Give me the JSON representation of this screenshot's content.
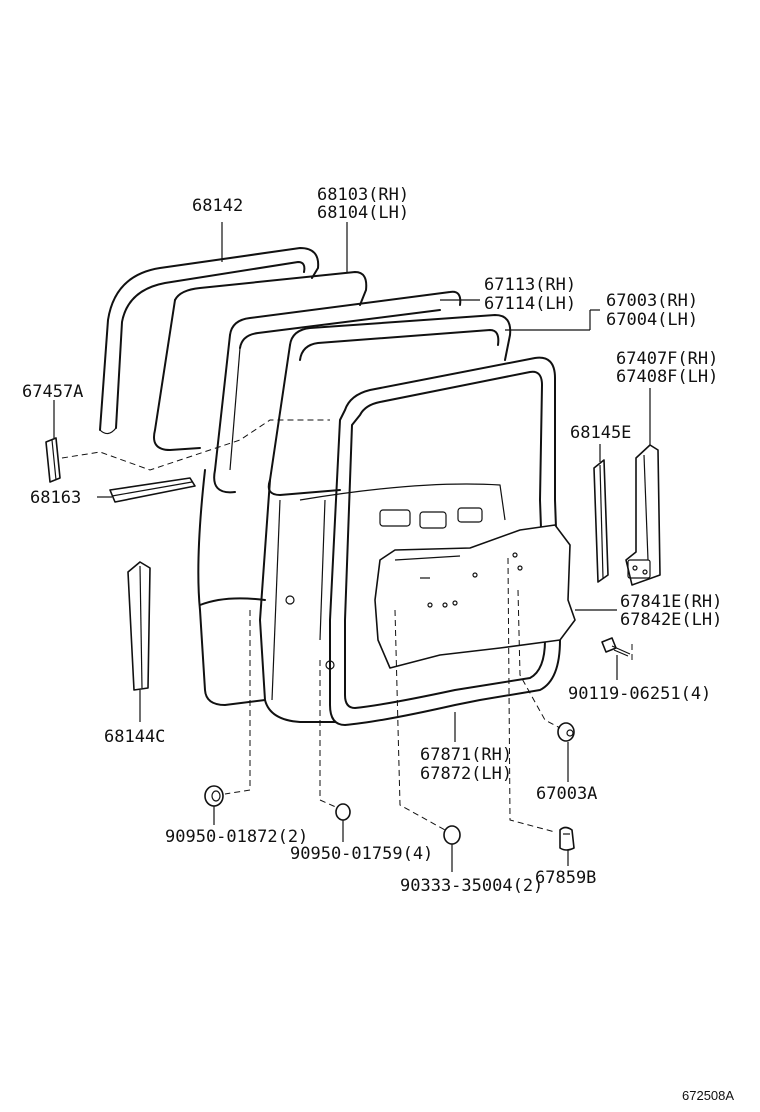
{
  "labels": {
    "p68142": "68142",
    "p68103": "68103(RH)",
    "p68104": "68104(LH)",
    "p67113": "67113(RH)",
    "p67114": "67114(LH)",
    "p67003": "67003(RH)",
    "p67004": "67004(LH)",
    "p67457a": "67457A",
    "p67407f": "67407F(RH)",
    "p67408f": "67408F(LH)",
    "p68145e": "68145E",
    "p68163": "68163",
    "p67841e": "67841E(RH)",
    "p67842e": "67842E(LH)",
    "p90119": "90119-06251(4)",
    "p68144c": "68144C",
    "p67871": "67871(RH)",
    "p67872": "67872(LH)",
    "p67003a": "67003A",
    "p90950a": "90950-01872(2)",
    "p90950b": "90950-01759(4)",
    "p90333": "90333-35004(2)",
    "p67859b": "67859B",
    "ref": "672508A"
  }
}
